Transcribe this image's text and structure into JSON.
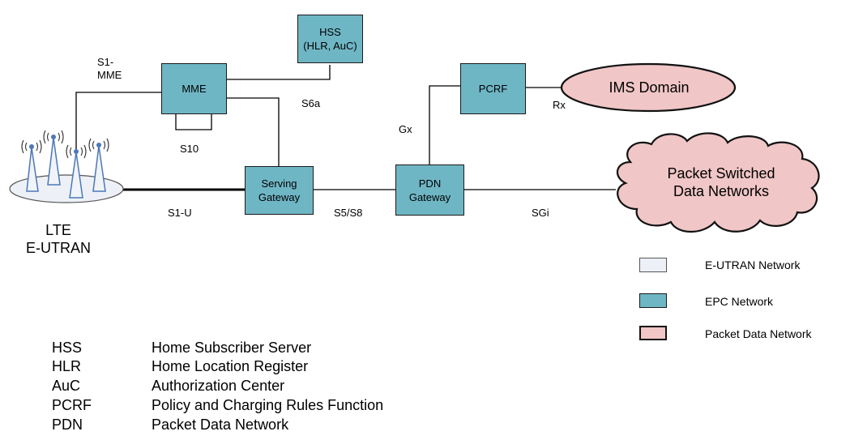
{
  "nodes": {
    "hss": "HSS\n(HLR, AuC)",
    "mme": "MME",
    "pcrf": "PCRF",
    "sgw": "Serving\nGateway",
    "pgw": "PDN\nGateway",
    "ims": "IMS Domain",
    "psdn": "Packet Switched\nData Networks",
    "lte": "LTE\nE-UTRAN"
  },
  "interfaces": {
    "s1_mme": "S1-\nMME",
    "s6a": "S6a",
    "s10": "S10",
    "gx": "Gx",
    "rx": "Rx",
    "s1_u": "S1-U",
    "s5_s8": "S5/S8",
    "sgi": "SGi"
  },
  "legend": [
    {
      "label": "E-UTRAN Network",
      "color": "#edf1f7",
      "border": "#555555"
    },
    {
      "label": "EPC Network",
      "color": "#6fb6c5",
      "border": "#1a1a1a"
    },
    {
      "label": "Packet Data Network",
      "color": "#f0c6c6",
      "border": "#111111"
    }
  ],
  "abbreviations": [
    {
      "abbr": "HSS",
      "meaning": "Home Subscriber Server"
    },
    {
      "abbr": "HLR",
      "meaning": "Home Location Register"
    },
    {
      "abbr": "AuC",
      "meaning": "Authorization Center"
    },
    {
      "abbr": "PCRF",
      "meaning": "Policy and Charging Rules Function"
    },
    {
      "abbr": "PDN",
      "meaning": "Packet Data Network"
    }
  ],
  "colors": {
    "epc": "#6fb6c5",
    "packet_data_network": "#f0c6c6",
    "e_utran": "#edf1f7",
    "antenna": "#4d78b8"
  },
  "icons": [
    "cell-tower-icon",
    "cloud-shape",
    "ellipse-shape"
  ]
}
